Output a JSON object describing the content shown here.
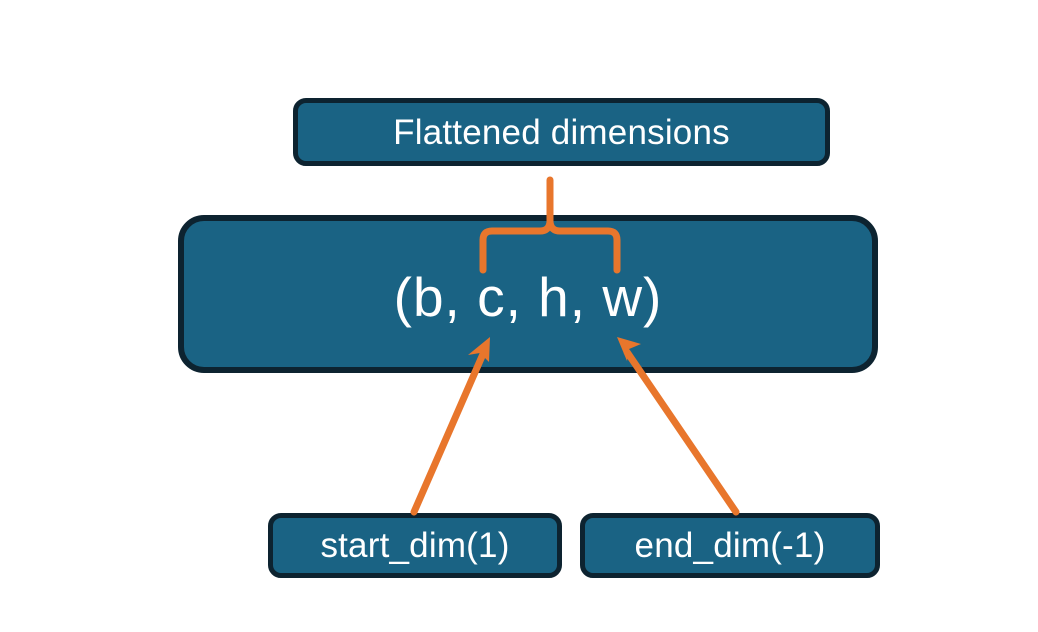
{
  "diagram": {
    "title": "Flatten dimensions diagram",
    "colors": {
      "box_fill": "#1a6384",
      "box_border": "#0d2330",
      "connector": "#e8762c",
      "text": "#ffffff",
      "background": "#ffffff"
    },
    "nodes": {
      "flattened": {
        "label": "Flattened dimensions"
      },
      "shape": {
        "label": "(b, c, h, w)"
      },
      "start_dim": {
        "label": "start_dim(1)"
      },
      "end_dim": {
        "label": "end_dim(-1)"
      }
    },
    "connectors": {
      "brace": {
        "name": "curly-brace-connector",
        "from": "shape",
        "to": "flattened",
        "spans_elements": "c, h, w"
      },
      "start_arrow": {
        "name": "start-dim-arrow",
        "from": "start_dim",
        "to": "shape",
        "points_at": "c"
      },
      "end_arrow": {
        "name": "end-dim-arrow",
        "from": "end_dim",
        "to": "shape",
        "points_at": "w"
      }
    }
  }
}
